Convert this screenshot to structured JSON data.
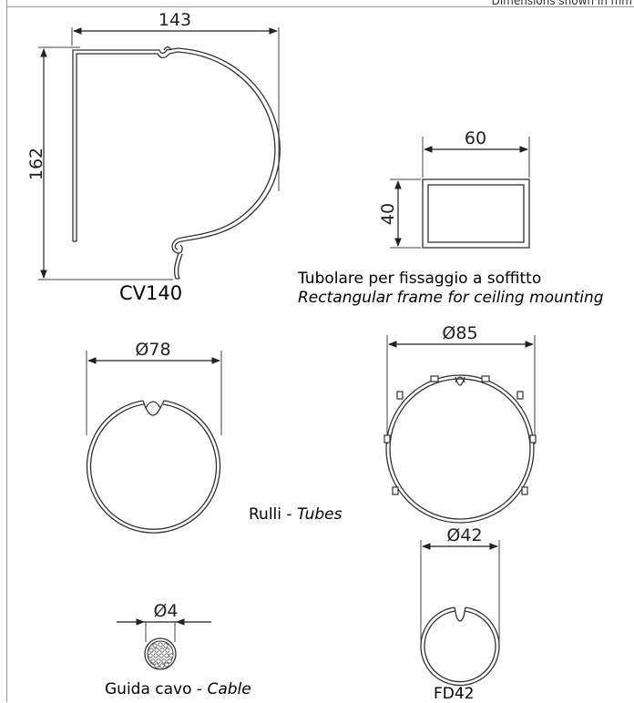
{
  "note": "Dimensions shown in mm",
  "cv140": {
    "dim_width": "143",
    "dim_height": "162",
    "label": "CV140"
  },
  "rect_frame": {
    "dim_width": "60",
    "dim_height": "40",
    "label_it": "Tubolare per fissaggio a soffitto",
    "label_en": "Rectangular frame for ceiling mounting"
  },
  "tube78": {
    "dim": "Ø78"
  },
  "tube85": {
    "dim": "Ø85"
  },
  "tubes_label": {
    "prefix": "Rulli - ",
    "en": "Tubes"
  },
  "fd42": {
    "dim": "Ø42",
    "label": "FD42"
  },
  "cable": {
    "dim": "Ø4",
    "prefix": "Guida cavo - ",
    "en": "Cable"
  }
}
